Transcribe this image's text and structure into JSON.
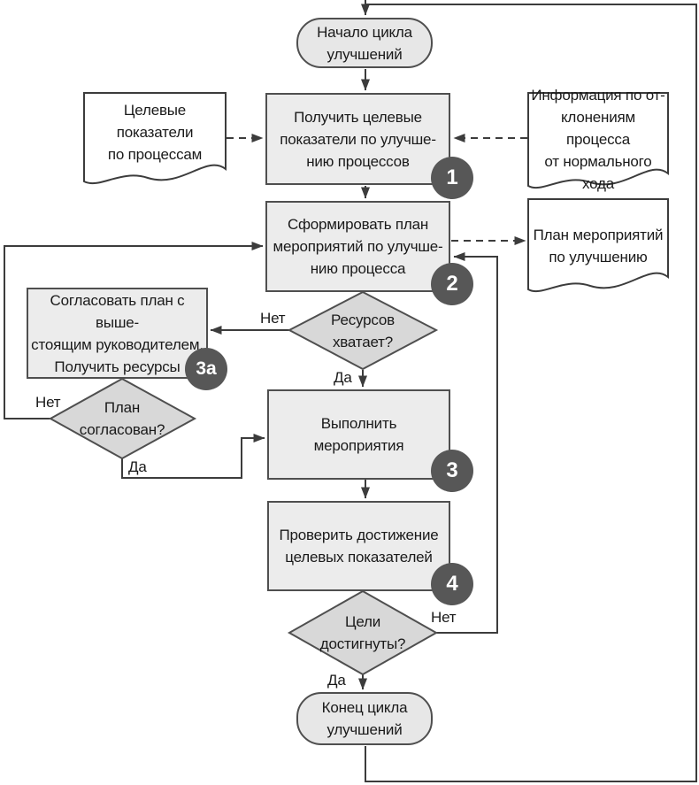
{
  "nodes": {
    "start": {
      "label": "Начало цикла\nулучшений"
    },
    "get_targets": {
      "label": "Получить целевые\nпоказатели по улучше-\nнию процессов",
      "badge": "1"
    },
    "form_plan": {
      "label": "Сформировать план\nмероприятий по улучше-\nнию процесса",
      "badge": "2"
    },
    "approve_plan": {
      "label": "Согласовать план с выше-\nстоящим руководителем.\nПолучить ресурсы",
      "badge": "3а"
    },
    "execute": {
      "label": "Выполнить\nмероприятия",
      "badge": "3"
    },
    "check": {
      "label": "Проверить достижение\nцелевых показателей",
      "badge": "4"
    },
    "end": {
      "label": "Конец цикла\nулучшений"
    }
  },
  "documents": {
    "targets": {
      "label": "Целевые показатели\nпо процессам"
    },
    "deviations": {
      "label": "Информация по от-\nклонениям процесса\nот нормального хода"
    },
    "plan": {
      "label": "План мероприятий\nпо улучшению"
    }
  },
  "decisions": {
    "resources": {
      "label": "Ресурсов\nхватает?",
      "no": "Нет",
      "yes": "Да"
    },
    "approved": {
      "label": "План\nсогласован?",
      "no": "Нет",
      "yes": "Да"
    },
    "goals": {
      "label": "Цели\nдостигнуты?",
      "no": "Нет",
      "yes": "Да"
    }
  },
  "colors": {
    "process_fill": "#ececec",
    "terminal_fill": "#e7e7e7",
    "decision_fill": "#d8d8d8",
    "document_fill": "#ffffff",
    "badge_fill": "#575757",
    "badge_text": "#ffffff",
    "line": "#3c3c3c"
  }
}
